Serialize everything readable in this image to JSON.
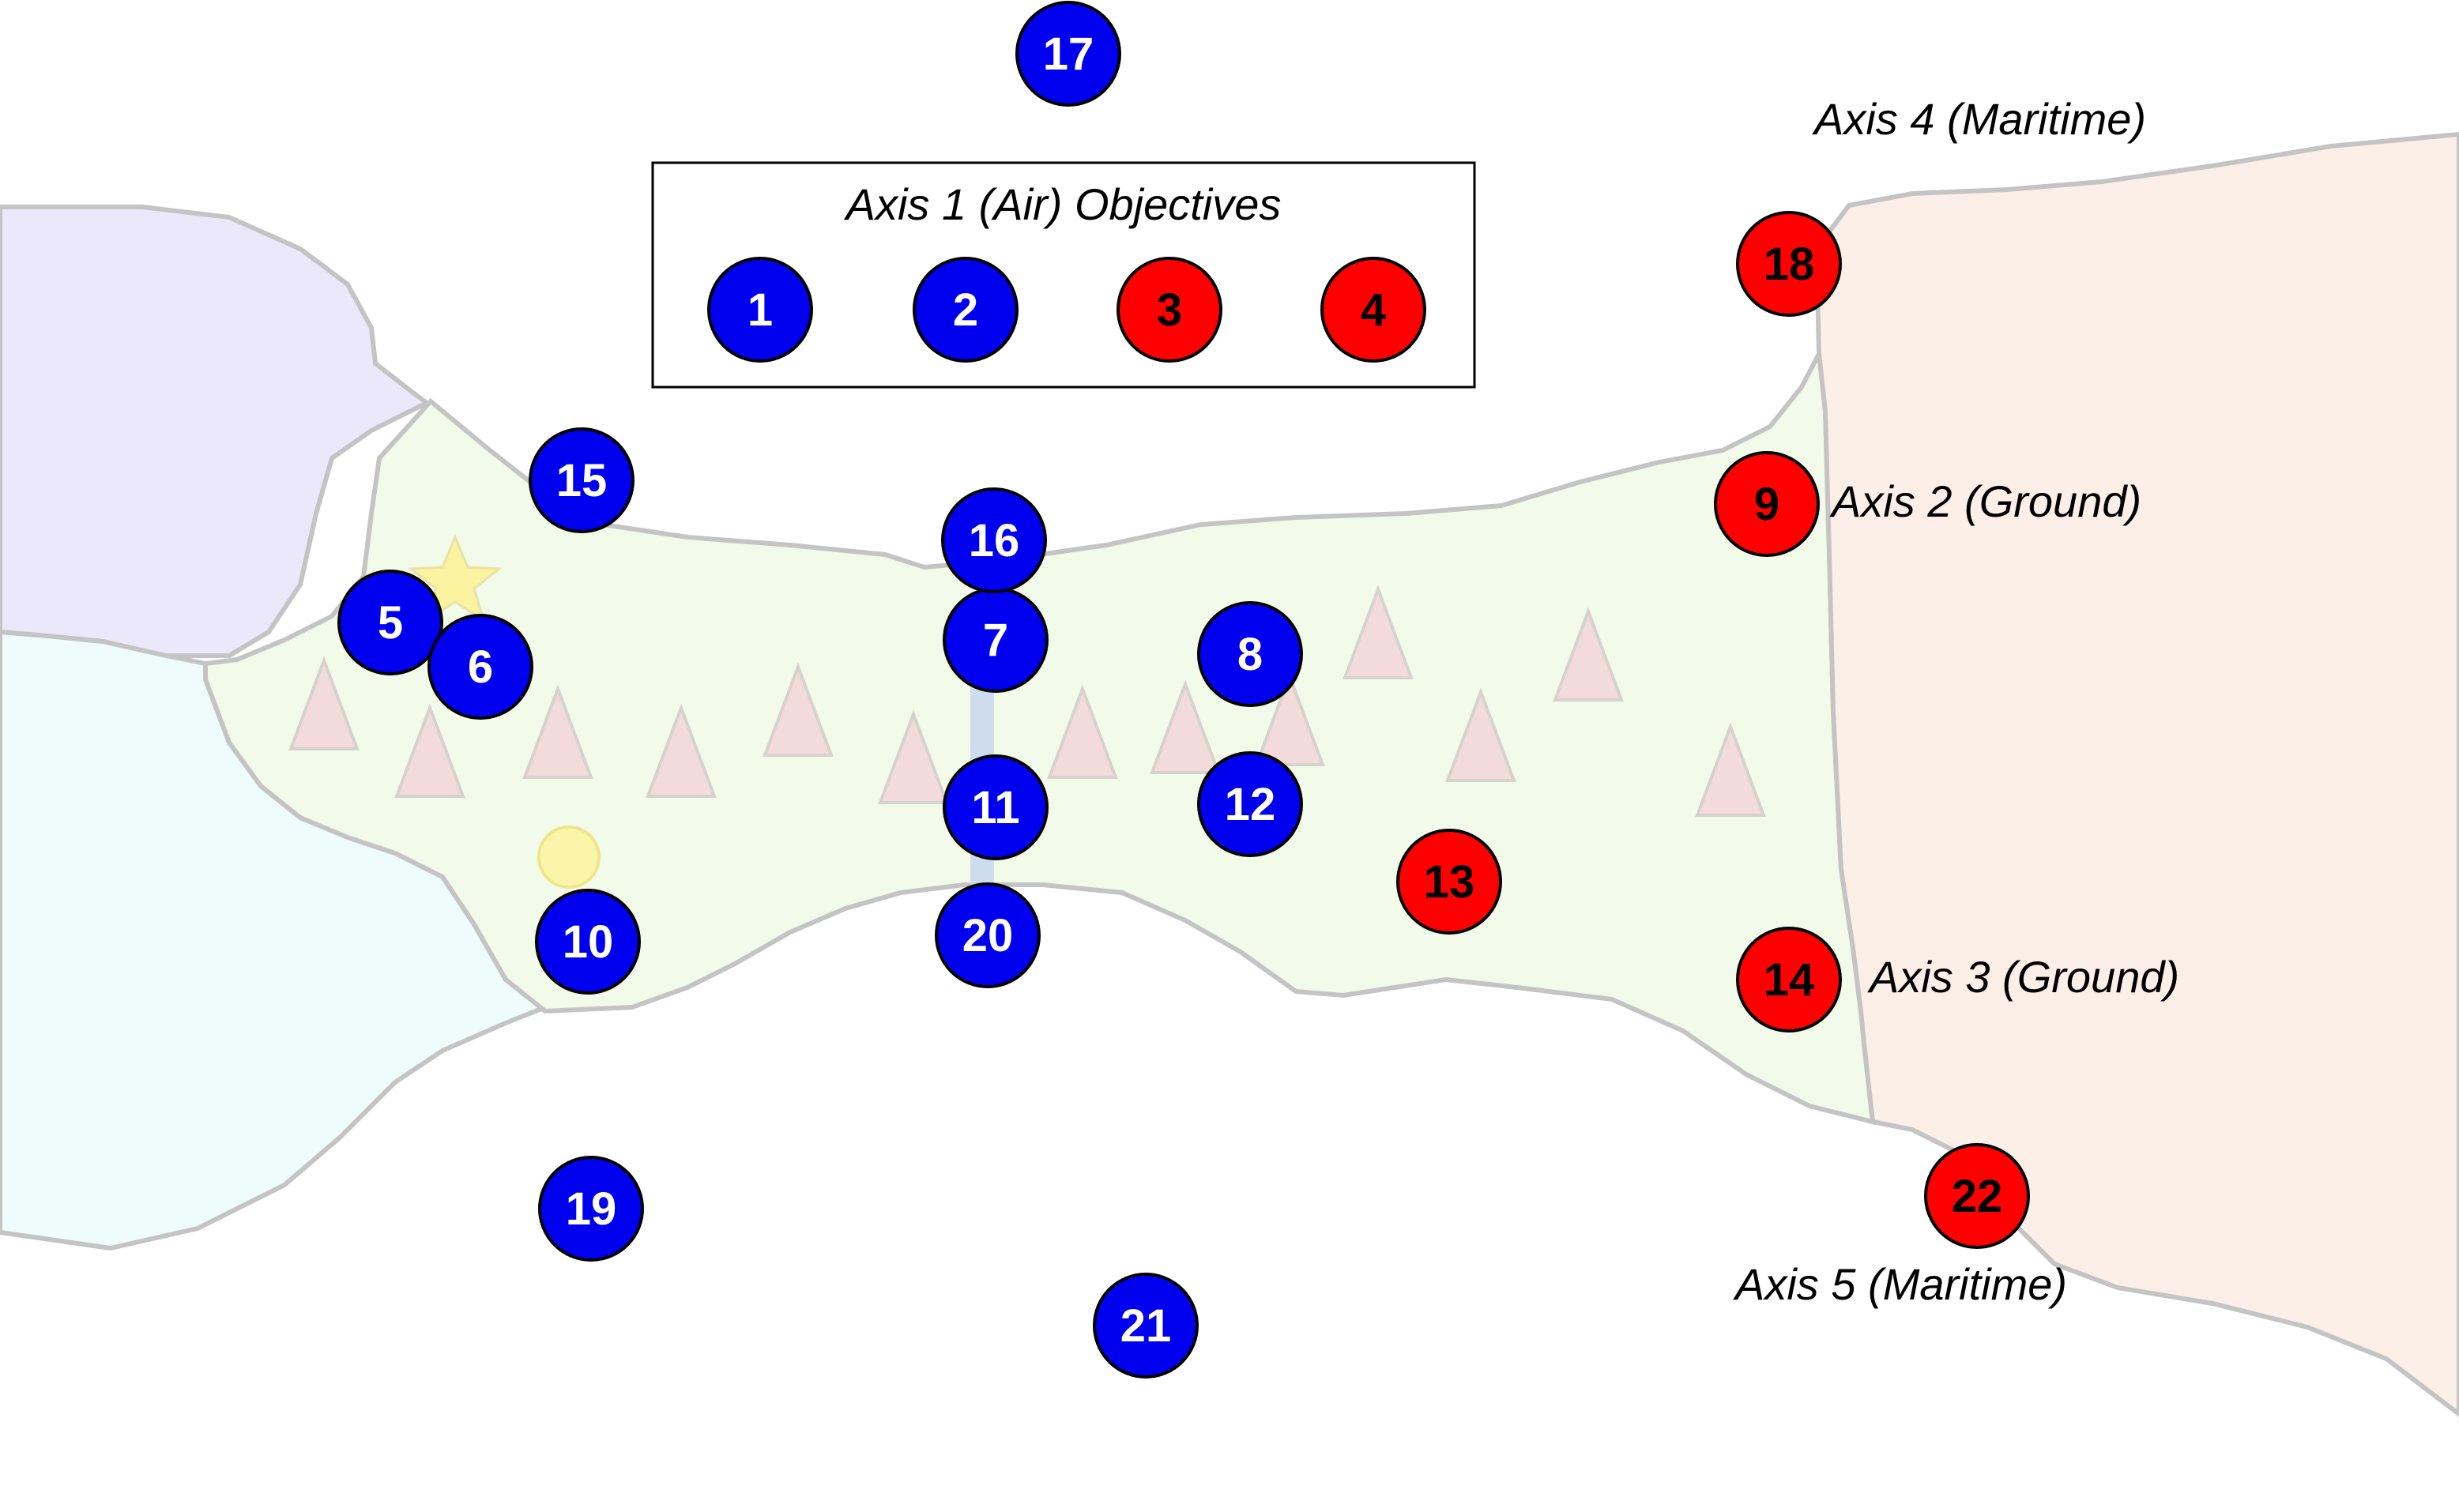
{
  "legend": {
    "title": "Axis 1 (Air) Objectives",
    "items": [
      {
        "label": "1",
        "side": "blue"
      },
      {
        "label": "2",
        "side": "blue"
      },
      {
        "label": "3",
        "side": "red"
      },
      {
        "label": "4",
        "side": "red"
      }
    ]
  },
  "axis_labels": {
    "axis4": "Axis 4 (Maritime)",
    "axis2": "Axis 2 (Ground)",
    "axis3": "Axis 3 (Ground)",
    "axis5": "Axis 5 (Maritime)"
  },
  "markers": [
    {
      "label": "5",
      "side": "blue"
    },
    {
      "label": "6",
      "side": "blue"
    },
    {
      "label": "7",
      "side": "blue"
    },
    {
      "label": "8",
      "side": "blue"
    },
    {
      "label": "9",
      "side": "red"
    },
    {
      "label": "10",
      "side": "blue"
    },
    {
      "label": "11",
      "side": "blue"
    },
    {
      "label": "12",
      "side": "blue"
    },
    {
      "label": "13",
      "side": "red"
    },
    {
      "label": "14",
      "side": "red"
    },
    {
      "label": "15",
      "side": "blue"
    },
    {
      "label": "16",
      "side": "blue"
    },
    {
      "label": "17",
      "side": "blue"
    },
    {
      "label": "18",
      "side": "red"
    },
    {
      "label": "19",
      "side": "blue"
    },
    {
      "label": "20",
      "side": "blue"
    },
    {
      "label": "21",
      "side": "blue"
    },
    {
      "label": "22",
      "side": "red"
    }
  ],
  "colors": {
    "blue_fill": "#0000ee",
    "blue_text": "#ffffff",
    "red_fill": "#ff0000",
    "red_text": "#000000",
    "region_lavender": "#ebe8fb",
    "region_cyan": "#eefcfc",
    "region_green": "#f2fbe9",
    "region_peach": "#fcefe8",
    "border_gray": "#c4c4c4",
    "mountain_fill": "#f3dbd9",
    "mountain_stroke": "#d6d2cc",
    "star_yellow": "#fbf3a0",
    "dot_yellow": "#fbf5aa",
    "river_blue": "#c9d9f0"
  },
  "icons": [
    "capital-star-icon",
    "city-dot-icon",
    "mountain-icon",
    "river-icon"
  ]
}
